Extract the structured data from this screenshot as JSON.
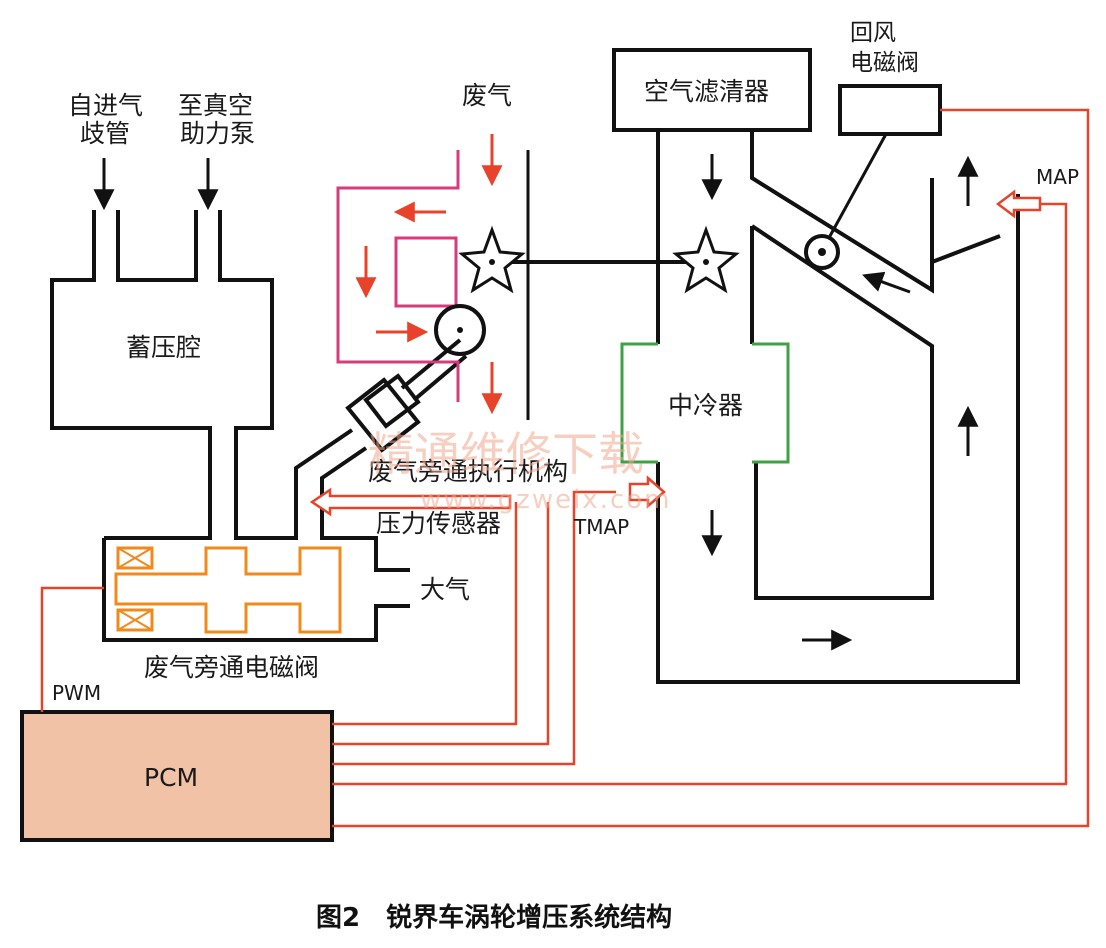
{
  "labels": {
    "intake_manifold_line1": "自进气",
    "intake_manifold_line2": "歧管",
    "vacuum_pump_line1": "至真空",
    "vacuum_pump_line2": "助力泵",
    "exhaust": "废气",
    "air_filter": "空气滤清器",
    "recirc_valve_line1": "回风",
    "recirc_valve_line2": "电磁阀",
    "map": "MAP",
    "accumulator": "蓄压腔",
    "intercooler": "中冷器",
    "wastegate_actuator": "废气旁通执行机构",
    "pressure_sensor": "压力传感器",
    "tmap": "TMAP",
    "atmosphere": "大气",
    "wastegate_solenoid": "废气旁通电磁阀",
    "pwm": "PWM",
    "pcm": "PCM"
  },
  "caption": "图2　锐界车涡轮增压系统结构",
  "watermark": {
    "cn": "精通维修下载",
    "url": "www.gzweix.com"
  },
  "colors": {
    "outline": "#111111",
    "signal_wire": "#e8432a",
    "exhaust_housing": "#d83a7a",
    "intercooler": "#3fa046",
    "solenoid_core": "#f08a1c",
    "pcm_fill": "#f2c2a6"
  }
}
